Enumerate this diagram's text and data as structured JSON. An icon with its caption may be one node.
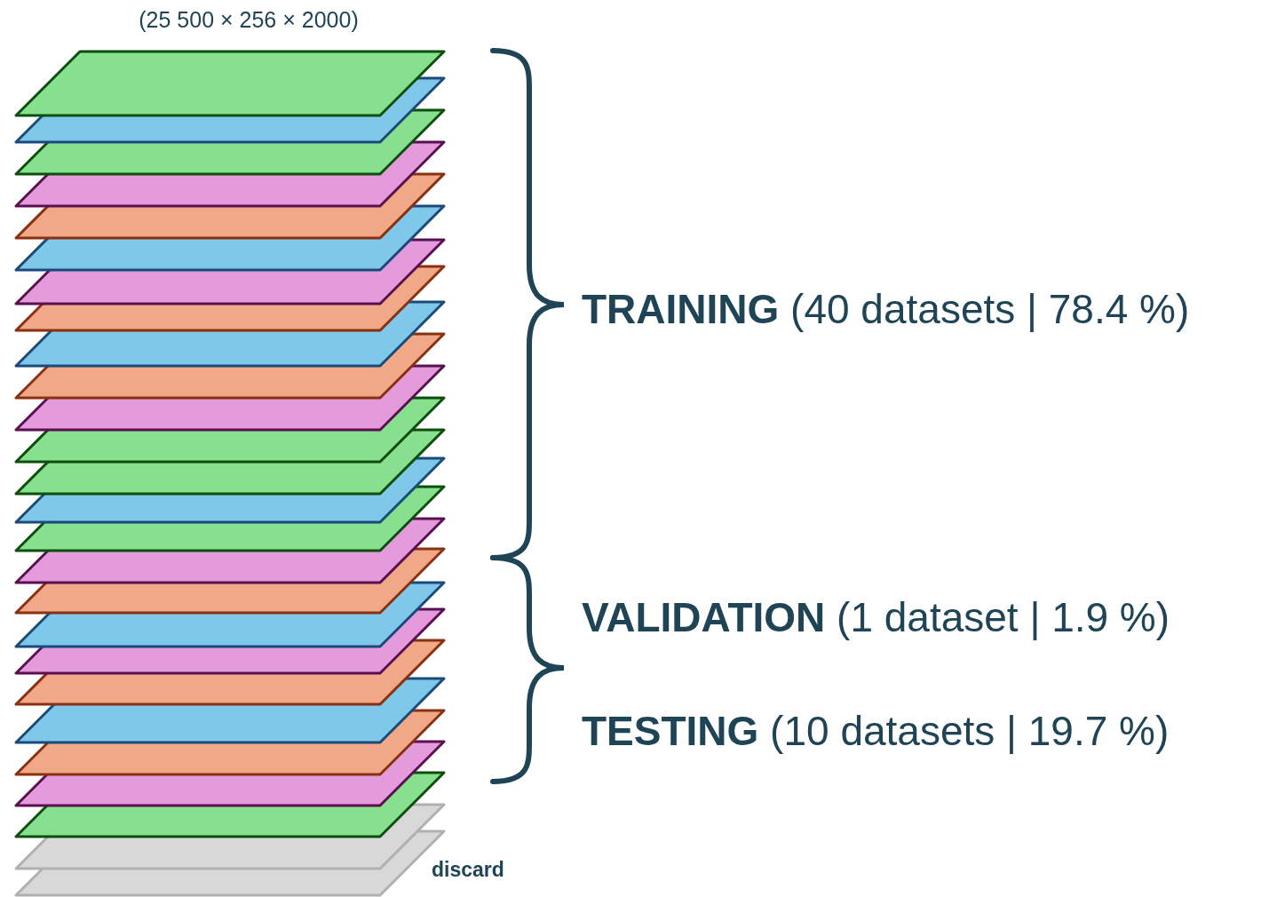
{
  "diagram": {
    "labels": [
      "(25 500 × 256 × 2000)",
      "**TRAINING** (40 datasets | 78.4 %)",
      "**VALIDATION** (1 dataset | 1.9 %)",
      "**TESTING** (10 datasets | 19.7 %)",
      "discard"
    ]
  }
}
